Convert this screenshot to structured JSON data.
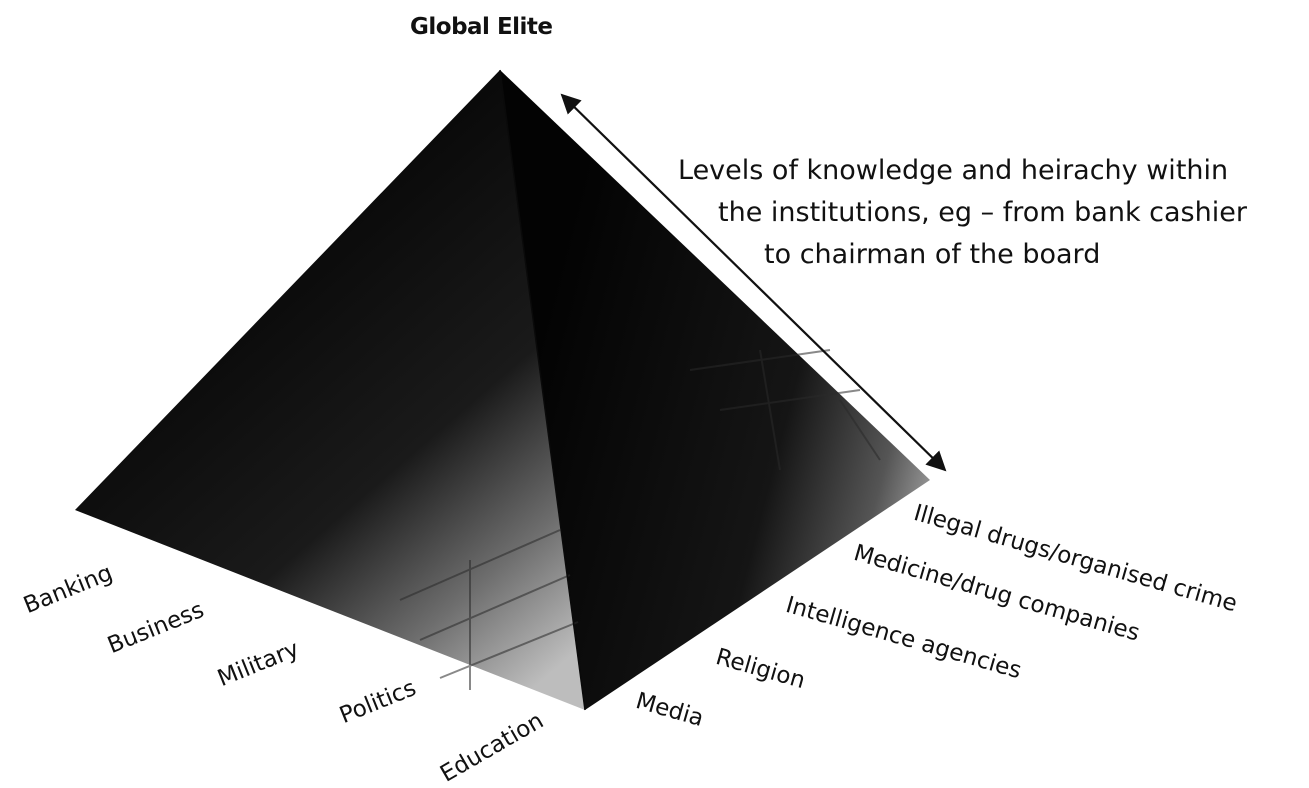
{
  "apex_label": "Global Elite",
  "arrow_note": [
    "Levels of knowledge and heirachy within",
    "the institutions, eg – from bank cashier",
    "to chairman of the board"
  ],
  "left_face_labels": [
    "Banking",
    "Business",
    "Military",
    "Politics",
    "Education"
  ],
  "right_face_labels": [
    "Media",
    "Religion",
    "Intelligence agencies",
    "Medicine/drug companies",
    "Illegal drugs/organised crime"
  ],
  "colors": {
    "ink": "#111111",
    "face_dark": "#050505",
    "face_light": "#b8b8b8",
    "background": "#ffffff"
  }
}
